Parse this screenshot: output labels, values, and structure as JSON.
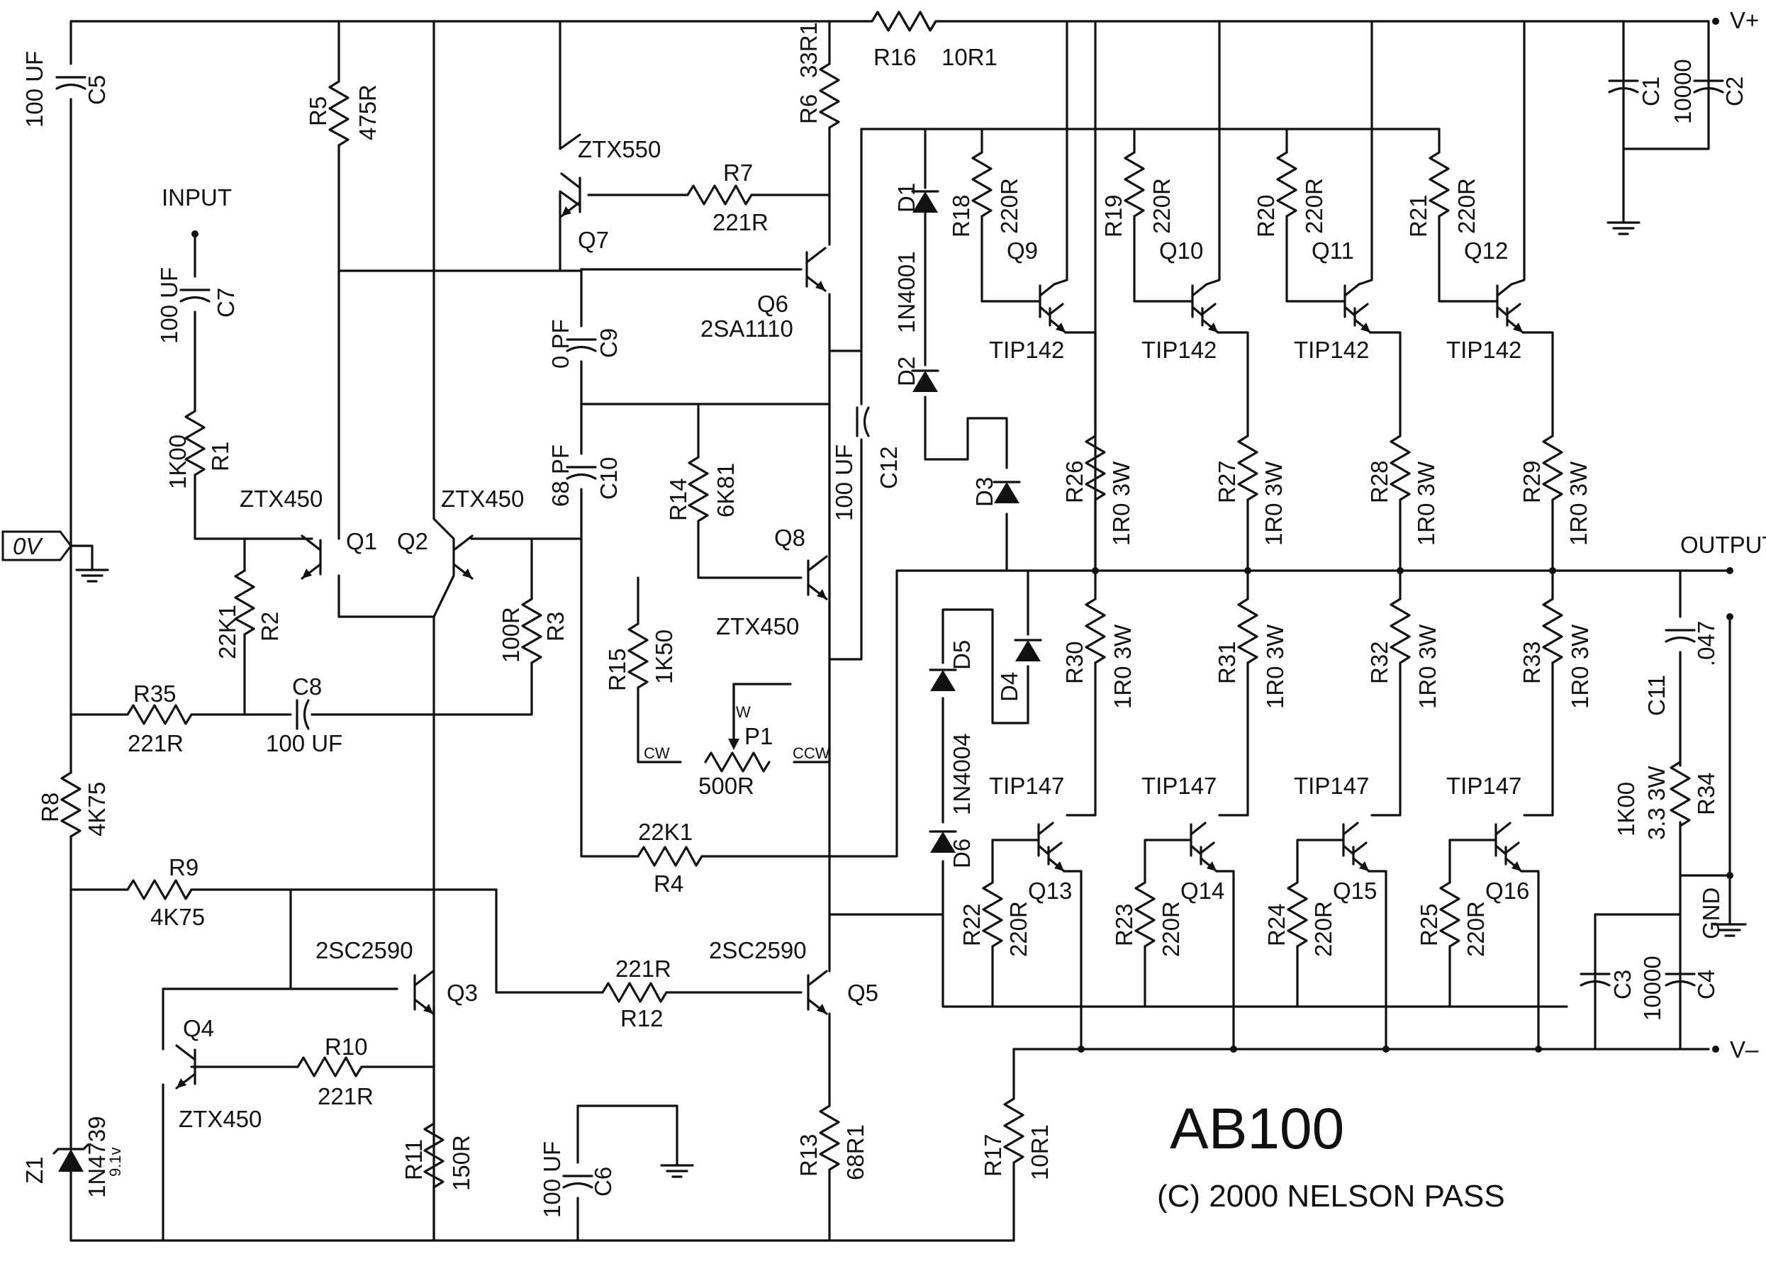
{
  "title": "AB100",
  "copyright": "(C) 2000 NELSON PASS",
  "rails": {
    "vplus": "V+",
    "vminus": "V–",
    "output": "OUTPUT",
    "input": "INPUT",
    "zero_v": "0V",
    "gnd": "GND"
  },
  "colors": {
    "ink": "#111111",
    "paper": "#ffffff"
  },
  "components": {
    "C5": {
      "ref": "C5",
      "value": "100 UF"
    },
    "C1": {
      "ref": "C1",
      "value": "10000"
    },
    "C2": {
      "ref": "C2"
    },
    "R5": {
      "ref": "R5",
      "value": "475R"
    },
    "R16": {
      "ref": "R16",
      "value": "10R1"
    },
    "R6": {
      "ref": "R6",
      "value": "33R1"
    },
    "Q7": {
      "ref": "Q7",
      "part": "ZTX550"
    },
    "R7": {
      "ref": "R7",
      "value": "221R"
    },
    "C7": {
      "ref": "C7",
      "value": "100 UF"
    },
    "Q6": {
      "ref": "Q6",
      "part": "2SA1110"
    },
    "C9": {
      "ref": "C9",
      "value": "0 PF"
    },
    "C10": {
      "ref": "C10",
      "value": "68 PF"
    },
    "R1": {
      "ref": "R1",
      "value": "1K00"
    },
    "Q1": {
      "ref": "Q1",
      "part": "ZTX450"
    },
    "Q2": {
      "ref": "Q2",
      "part": "ZTX450"
    },
    "R2": {
      "ref": "R2",
      "value": "22K1"
    },
    "R3": {
      "ref": "R3",
      "value": "100R"
    },
    "R35": {
      "ref": "R35",
      "value": "221R"
    },
    "C8": {
      "ref": "C8",
      "value": "100 UF"
    },
    "R14": {
      "ref": "R14",
      "value": "6K81"
    },
    "Q8": {
      "ref": "Q8",
      "part": "ZTX450"
    },
    "R15": {
      "ref": "R15",
      "value": "1K50"
    },
    "P1": {
      "ref": "P1",
      "value": "500R",
      "pin_w": "W",
      "pin_cw": "CW",
      "pin_ccw": "CCW"
    },
    "R4": {
      "ref": "R4",
      "value": "22K1"
    },
    "C12": {
      "ref": "C12",
      "value": "100 UF"
    },
    "D1": {
      "ref": "D1"
    },
    "D2": {
      "ref": "D2"
    },
    "D12_part": "1N4001",
    "D3": {
      "ref": "D3"
    },
    "D4": {
      "ref": "D4"
    },
    "D5": {
      "ref": "D5"
    },
    "D6": {
      "ref": "D6"
    },
    "D56_part": "1N4004",
    "R8": {
      "ref": "R8",
      "value": "4K75"
    },
    "R9": {
      "ref": "R9",
      "value": "4K75"
    },
    "Q3": {
      "ref": "Q3",
      "part": "2SC2590"
    },
    "Q5": {
      "ref": "Q5",
      "part": "2SC2590"
    },
    "Q4": {
      "ref": "Q4",
      "part": "ZTX450"
    },
    "R10": {
      "ref": "R10",
      "value": "221R"
    },
    "R12": {
      "ref": "R12",
      "value": "221R"
    },
    "R11": {
      "ref": "R11",
      "value": "150R"
    },
    "C6": {
      "ref": "C6",
      "value": "100 UF"
    },
    "R13": {
      "ref": "R13",
      "value": "68R1"
    },
    "Z1": {
      "ref": "Z1",
      "part": "1N4739",
      "voltage": "9.1v"
    },
    "R17": {
      "ref": "R17",
      "value": "10R1"
    },
    "C11": {
      "ref": "C11",
      "value": ".047"
    },
    "R34": {
      "ref": "R34",
      "value": "1K00",
      "rating": "3.3 3W"
    },
    "C3": {
      "ref": "C3",
      "value": "10000"
    },
    "C4": {
      "ref": "C4"
    }
  },
  "npn_outputs": [
    {
      "q": "Q9",
      "part": "TIP142",
      "rb": "R18",
      "rb_val": "220R",
      "re": "R26",
      "re_val": "1R0 3W"
    },
    {
      "q": "Q10",
      "part": "TIP142",
      "rb": "R19",
      "rb_val": "220R",
      "re": "R27",
      "re_val": "1R0 3W"
    },
    {
      "q": "Q11",
      "part": "TIP142",
      "rb": "R20",
      "rb_val": "220R",
      "re": "R28",
      "re_val": "1R0 3W"
    },
    {
      "q": "Q12",
      "part": "TIP142",
      "rb": "R21",
      "rb_val": "220R",
      "re": "R29",
      "re_val": "1R0 3W"
    }
  ],
  "pnp_outputs": [
    {
      "q": "Q13",
      "part": "TIP147",
      "rb": "R22",
      "rb_val": "220R",
      "re": "R30",
      "re_val": "1R0 3W"
    },
    {
      "q": "Q14",
      "part": "TIP147",
      "rb": "R23",
      "rb_val": "220R",
      "re": "R31",
      "re_val": "1R0 3W"
    },
    {
      "q": "Q15",
      "part": "TIP147",
      "rb": "R24",
      "rb_val": "220R",
      "re": "R32",
      "re_val": "1R0 3W"
    },
    {
      "q": "Q16",
      "part": "TIP147",
      "rb": "R25",
      "rb_val": "220R",
      "re": "R33",
      "re_val": "1R0 3W"
    }
  ]
}
